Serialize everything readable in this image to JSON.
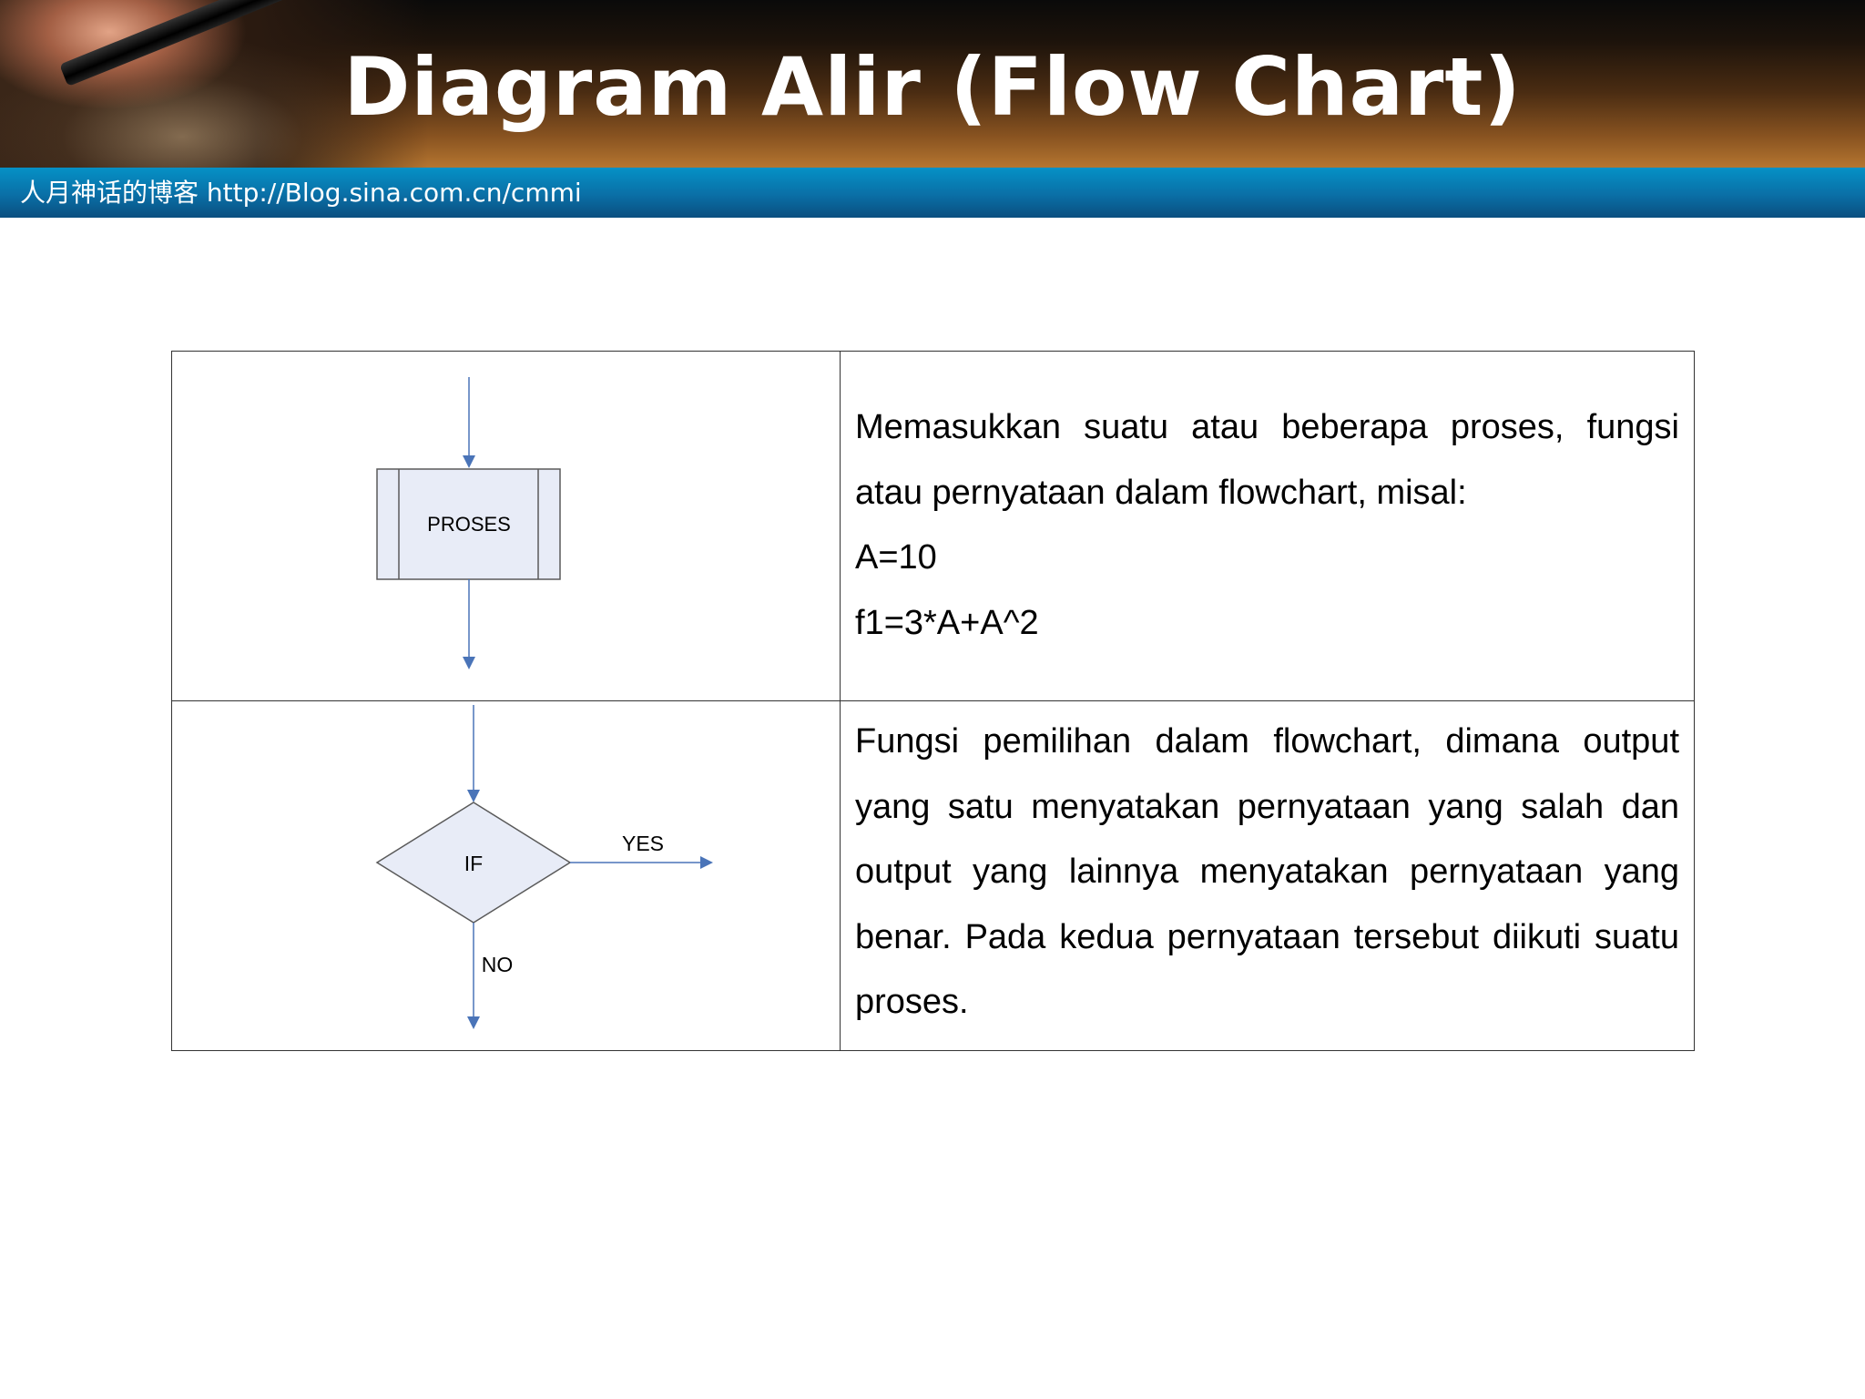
{
  "header": {
    "title": "Diagram Alir (Flow Chart)",
    "blog": "人月神话的博客  http://Blog.sina.com.cn/cmmi"
  },
  "rows": [
    {
      "symbol_label": "PROSES",
      "description": "Memasukkan suatu atau beberapa proses, fungsi atau pernyataan dalam flowchart, misal:",
      "examples": [
        "A=10",
        "f1=3*A+A^2"
      ]
    },
    {
      "symbol_label": "IF",
      "yes_label": "YES",
      "no_label": "NO",
      "description": "Fungsi pemilihan dalam flowchart, dimana output yang satu menyatakan pernyataan yang salah dan output yang lainnya menyatakan pernyataan yang benar. Pada kedua pernyataan tersebut diikuti suatu proses."
    }
  ],
  "colors": {
    "shape_fill": "#e8ecf7",
    "shape_stroke": "#5a5a5a",
    "arrow": "#4a74b8",
    "header_band": "#0a6fa6"
  }
}
